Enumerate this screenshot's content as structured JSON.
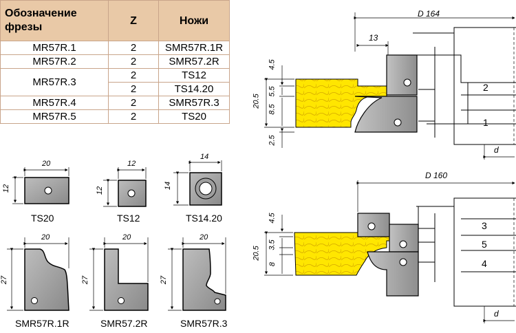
{
  "table": {
    "headers": {
      "designation_line1": "Обозначение",
      "designation_line2": "фрезы",
      "z": "Z",
      "knives": "Ножи"
    },
    "rows": [
      {
        "cutter": "MR57R.1",
        "z": "2",
        "knives": "SMR57R.1R"
      },
      {
        "cutter": "MR57R.2",
        "z": "2",
        "knives": "SMR57.2R"
      },
      {
        "cutter": "MR57R.3",
        "z": "2",
        "knives": "TS12",
        "z2": "2",
        "knives2": "TS14.20"
      },
      {
        "cutter": "MR57R.4",
        "z": "2",
        "knives": "SMR57R.3"
      },
      {
        "cutter": "MR57R.5",
        "z": "2",
        "knives": "TS20"
      }
    ]
  },
  "knives": {
    "ts20": {
      "label": "TS20",
      "width": "20",
      "height": "12"
    },
    "ts12": {
      "label": "TS12",
      "width": "12",
      "height": "12"
    },
    "ts1420": {
      "label": "TS14.20",
      "width": "14",
      "height": "14"
    },
    "smr57r1r": {
      "label": "SMR57R.1R",
      "width": "20",
      "height": "27"
    },
    "smr572r": {
      "label": "SMR57.2R",
      "width": "20",
      "height": "27"
    },
    "smr57r3": {
      "label": "SMR57R.3",
      "width": "20",
      "height": "27"
    }
  },
  "diagram_top": {
    "diameter": "D 164",
    "offset": "13",
    "dims": [
      "4.5",
      "20.5",
      "8.5",
      "5.5",
      "2.5"
    ],
    "positions": [
      "2",
      "1"
    ],
    "d_label": "d"
  },
  "diagram_bottom": {
    "diameter": "D 160",
    "dims": [
      "4.5",
      "20.5",
      "3.5",
      "8"
    ],
    "positions": [
      "3",
      "5",
      "4"
    ],
    "d_label": "d"
  },
  "colors": {
    "header_bg": "#e9c9a7",
    "wood": "#ffe600",
    "steel": "#a4a4a4",
    "frame": "#ffffff"
  }
}
